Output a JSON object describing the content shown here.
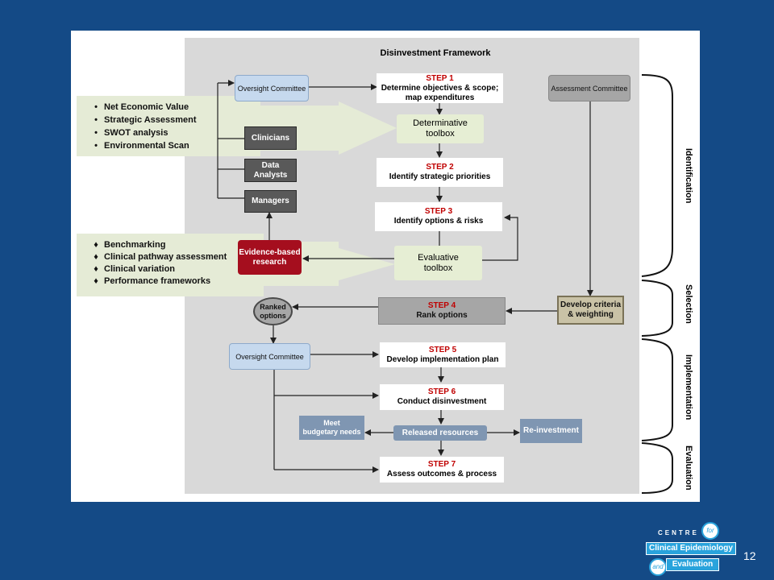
{
  "title": "Disinvestment Framework",
  "steps": {
    "s1": {
      "num": "STEP 1",
      "line1": "Determine objectives & scope;",
      "line2": "map expenditures"
    },
    "s2": {
      "num": "STEP 2",
      "line1": "Identify strategic priorities"
    },
    "s3": {
      "num": "STEP 3",
      "line1": "Identify options & risks"
    },
    "s4": {
      "num": "STEP 4",
      "line1": "Rank options"
    },
    "s5": {
      "num": "STEP 5",
      "line1": "Develop implementation plan"
    },
    "s6": {
      "num": "STEP 6",
      "line1": "Conduct disinvestment"
    },
    "s7": {
      "num": "STEP 7",
      "line1": "Assess outcomes & process"
    }
  },
  "oversight_top": "Oversight Committee",
  "oversight_bottom": "Oversight Committee",
  "assessment": "Assessment Committee",
  "determinative": {
    "line1": "Determinative",
    "line2": "toolbox"
  },
  "evaluative": {
    "line1": "Evaluative",
    "line2": "toolbox"
  },
  "clinicians": "Clinicians",
  "data_analysts": {
    "line1": "Data",
    "line2": "Analysts"
  },
  "managers": "Managers",
  "evidence": {
    "line1": "Evidence-based",
    "line2": "research"
  },
  "ranked": {
    "line1": "Ranked",
    "line2": "options"
  },
  "criteria": {
    "line1": "Develop criteria",
    "line2": "& weighting"
  },
  "meet": {
    "line1": "Meet",
    "line2": "budgetary needs"
  },
  "released": "Released resources",
  "reinvestment": "Re-investment",
  "toolbox1_items": [
    "Net Economic Value",
    "Strategic Assessment",
    "SWOT analysis",
    "Environmental Scan"
  ],
  "toolbox2_items": [
    "Benchmarking",
    "Clinical pathway assessment",
    "Clinical variation",
    "Performance frameworks"
  ],
  "bullet1": "•",
  "bullet2": "♦",
  "phases": {
    "identification": "Identification",
    "selection": "Selection",
    "implementation": "Implementation",
    "evaluation": "Evaluation"
  },
  "logo": {
    "centre": "CENTRE",
    "for": "for",
    "clinical": "Clinical Epidemiology",
    "and": "and",
    "evaluation": "Evaluation"
  },
  "page_number": "12",
  "colors": {
    "background": "#144a86",
    "step_number": "#c00000",
    "evidence": "#a50e1e",
    "logo_blue": "#29a3dc"
  }
}
